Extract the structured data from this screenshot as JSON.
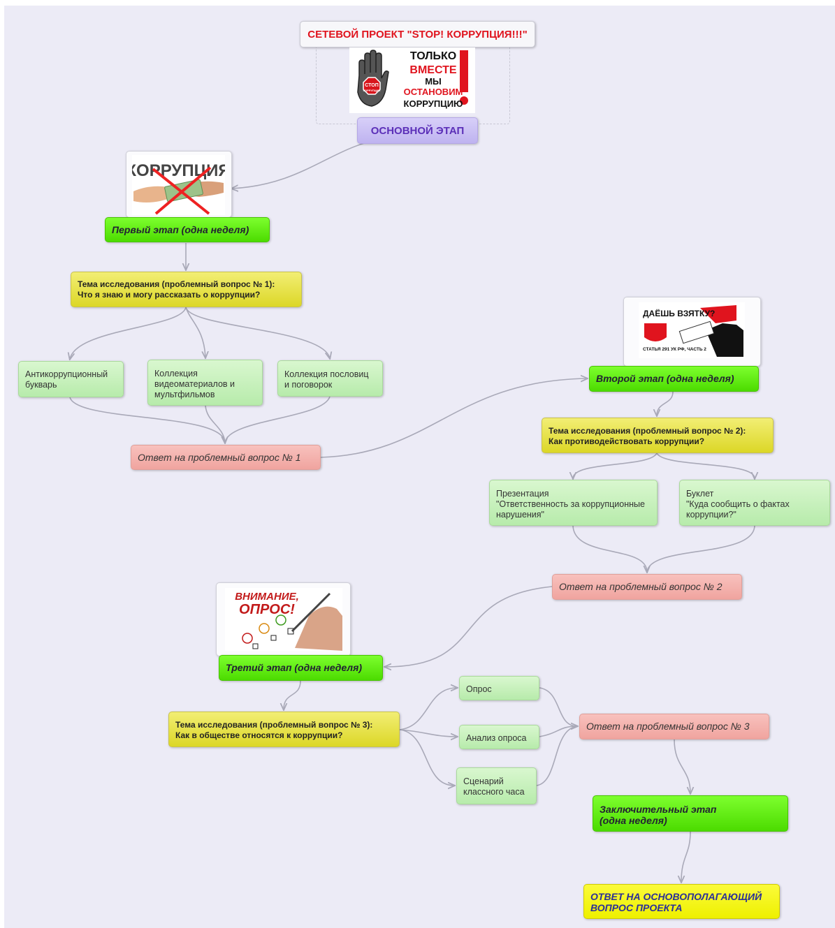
{
  "title": "СЕТЕВОЙ ПРОЕКТ \"STOP! КОРРУПЦИЯ!!!\"",
  "main_stage": "ОСНОВНОЙ ЭТАП",
  "logo_images": {
    "stop_logo": {
      "lines": [
        "ТОЛЬКО",
        "ВМЕСТЕ",
        "МЫ",
        "ОСТАНОВИМ",
        "КОРРУПЦИЮ"
      ],
      "stop_sign": [
        "СТОП",
        "КОРРУПЦИИ"
      ]
    },
    "corruption": {
      "word": "КОРРУПЦИЯ"
    },
    "bribe": {
      "headline": "ДАЁШЬ ВЗЯТКУ?",
      "caption": "СТАТЬЯ 291 УК РФ, ЧАСТЬ 2"
    },
    "survey": {
      "line1": "ВНИМАНИЕ,",
      "line2": "ОПРОС!"
    }
  },
  "stage1": {
    "label": "Первый этап (одна неделя)",
    "question": "Тема исследования (проблемный вопрос № 1):\nЧто я знаю и могу рассказать о коррупции?",
    "items": [
      "Антикоррупционный\nбукварь",
      "Коллекция\nвидеоматериалов и\nмультфильмов",
      "Коллекция пословиц\nи поговорок"
    ],
    "answer": "Ответ на проблемный вопрос № 1"
  },
  "stage2": {
    "label": "Второй этап  (одна  неделя)",
    "question": "Тема исследования (проблемный вопрос № 2):\nКак противодействовать коррупции?",
    "items": [
      "Презентация\n\"Ответственность за коррупционные\nнарушения\"",
      "Буклет\n\"Куда сообщить о фактах\nкоррупции?\""
    ],
    "answer": "Ответ на проблемный вопрос № 2"
  },
  "stage3": {
    "label": "Третий этап  (одна неделя)",
    "question": "Тема исследования (проблемный вопрос № 3):\nКак в обществе относятся к коррупции?",
    "items": [
      "Опрос",
      "Анализ опроса",
      "Сценарий\nклассного часа"
    ],
    "answer": "Ответ на проблемный вопрос № 3"
  },
  "final_stage": "Заключительный  этап\n(одна неделя)",
  "final_answer": "ОТВЕТ НА ОСНОВОПОЛАГАЮЩИЙ\nВОПРОС ПРОЕКТА",
  "colors": {
    "background": "#ecebf6",
    "edge": "#a9a9b8",
    "stage": "#5fe610",
    "question": "#e8e34a",
    "item": "#c7f0bc",
    "answer": "#f4b2ad",
    "title": "#e0141e",
    "main_stage": "#5b2fb8"
  }
}
